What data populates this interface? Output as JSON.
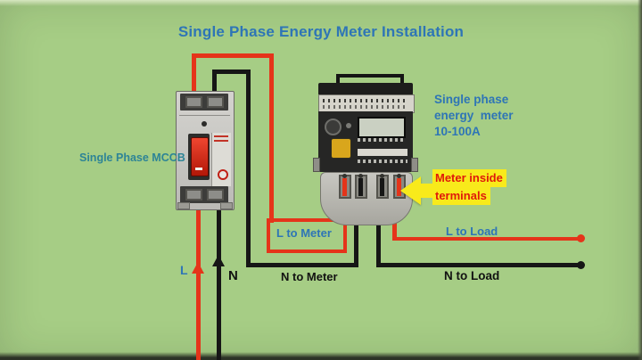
{
  "title": "Single Phase Energy Meter Installation",
  "colors": {
    "background": "#a6cd85",
    "title_blue": "#2e75b6",
    "teal": "#2d8496",
    "wire_red": "#e5341a",
    "wire_black": "#161616",
    "yellow": "#f8ea1b",
    "label_red": "#e0190a"
  },
  "labels": {
    "mccb": "Single Phase MCCB",
    "meter_info_line1": "Single phase",
    "meter_info_line2": "energy  meter",
    "meter_info_line3": "10-100A",
    "callout_line1": "Meter inside",
    "callout_line2": "terminals",
    "l_to_meter": "L to Meter",
    "n_to_meter": "N to Meter",
    "l_to_load": "L to Load",
    "n_to_load": "N to Load",
    "live": "L",
    "neutral": "N"
  }
}
